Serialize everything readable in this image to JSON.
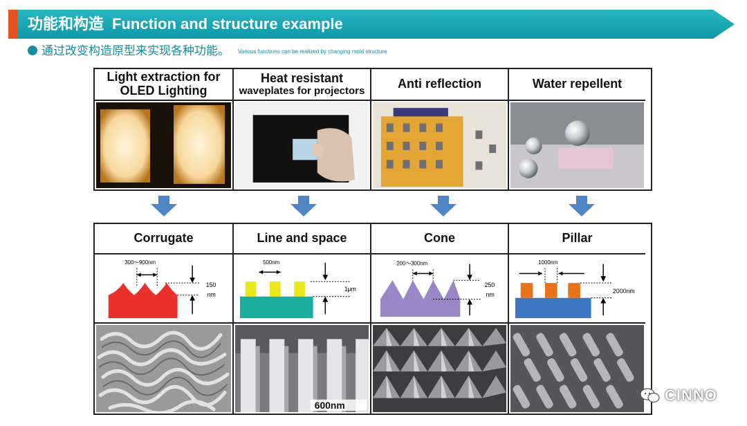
{
  "banner": {
    "title_cn": "功能和构造",
    "title_en": "Function and structure example"
  },
  "subtitle": {
    "cn": "通过改变构造原型来实现各种功能。",
    "en": "Various functions can be realized by changing mold structure"
  },
  "functions": [
    {
      "line1": "Light extraction for",
      "line2": "OLED Lighting"
    },
    {
      "line1": "Heat resistant",
      "line2": "waveplates for projectors"
    },
    {
      "line1": "Anti reflection",
      "line2": ""
    },
    {
      "line1": "Water repellent",
      "line2": ""
    }
  ],
  "structures": [
    {
      "name": "Corrugate",
      "width_label": "300～900nm",
      "height_label_1": "150",
      "height_label_2": "nm"
    },
    {
      "name": "Line and space",
      "width_label": "500nm",
      "height_label_1": "1μm",
      "height_label_2": ""
    },
    {
      "name": "Cone",
      "width_label": "200～300nm",
      "height_label_1": "250",
      "height_label_2": "nm"
    },
    {
      "name": "Pillar",
      "width_label": "1000nm",
      "height_label_1": "2000nm",
      "height_label_2": ""
    }
  ],
  "sem_scale": "600nm",
  "logo": "CINNO",
  "colors": {
    "banner": "#18a9b7",
    "accent": "#e8521f",
    "arrow": "#4f86c6",
    "corrugate": "#e8312a",
    "line_top": "#e8e81a",
    "line_base": "#1aaea0",
    "cone": "#9b86c8",
    "pillar_top": "#e8721a",
    "pillar_base": "#3e78c2"
  }
}
